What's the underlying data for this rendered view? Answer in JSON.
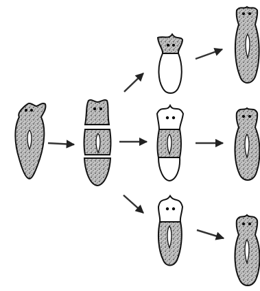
{
  "diagram": {
    "colors": {
      "outline": "#111111",
      "stipple": "#b9b9b9",
      "regenerated": "#ffffff",
      "arrow": "#333333"
    },
    "stages": [
      {
        "id": "original",
        "regions": [
          "stippled"
        ]
      },
      {
        "id": "cut-into-three",
        "regions": [
          "head",
          "trunk",
          "tail"
        ]
      },
      {
        "id": "head-piece-regenerating",
        "regions": [
          "stippled-head",
          "white-body"
        ]
      },
      {
        "id": "trunk-piece-regenerating",
        "regions": [
          "white-head",
          "stippled-trunk",
          "white-tail"
        ]
      },
      {
        "id": "tail-piece-regenerating",
        "regions": [
          "white-head",
          "stippled-tail"
        ]
      },
      {
        "id": "regenerated-worm-top",
        "regions": [
          "stippled"
        ]
      },
      {
        "id": "regenerated-worm-middle",
        "regions": [
          "stippled"
        ]
      },
      {
        "id": "regenerated-worm-bottom",
        "regions": [
          "stippled"
        ]
      }
    ],
    "arrows": [
      {
        "from": "original",
        "to": "cut-into-three"
      },
      {
        "from": "cut-into-three",
        "to": "head-piece-regenerating"
      },
      {
        "from": "cut-into-three",
        "to": "trunk-piece-regenerating"
      },
      {
        "from": "cut-into-three",
        "to": "tail-piece-regenerating"
      },
      {
        "from": "head-piece-regenerating",
        "to": "regenerated-worm-top"
      },
      {
        "from": "trunk-piece-regenerating",
        "to": "regenerated-worm-middle"
      },
      {
        "from": "tail-piece-regenerating",
        "to": "regenerated-worm-bottom"
      }
    ]
  }
}
